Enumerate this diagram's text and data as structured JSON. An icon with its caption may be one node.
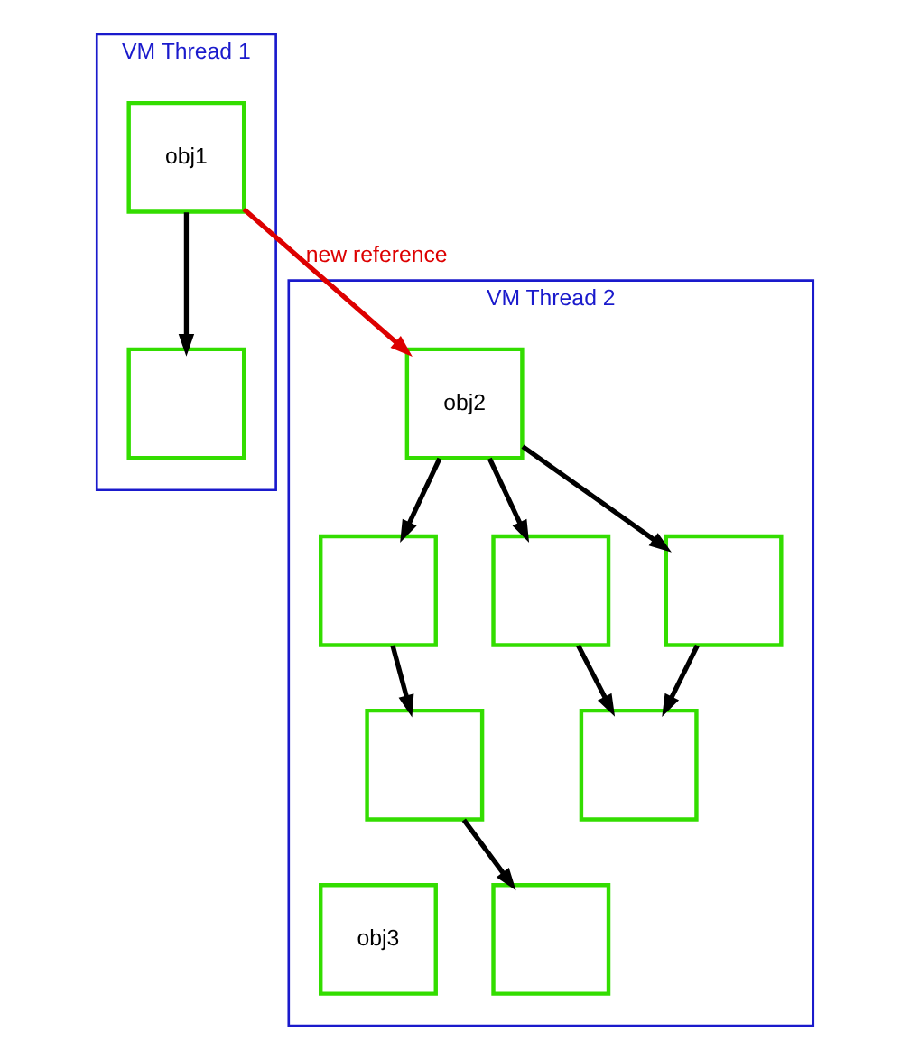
{
  "diagram": {
    "nodes": [
      {
        "text": [
          "VM Thread 1"
        ]
      },
      {
        "text": [
          "obj1"
        ],
        "in": 0
      },
      {
        "text": [],
        "shape": "box",
        "in": 0
      },
      {
        "text": [
          "VM Thread 2"
        ]
      },
      {
        "text": [
          "obj2"
        ],
        "in": 3
      },
      {
        "text": [],
        "shape": "box",
        "in": 3
      },
      {
        "text": [],
        "shape": "box",
        "in": 3
      },
      {
        "text": [],
        "shape": "box",
        "in": 3
      },
      {
        "text": [],
        "shape": "box",
        "in": 3
      },
      {
        "text": [],
        "shape": "box",
        "in": 3
      },
      {
        "text": [],
        "shape": "box",
        "in": 3
      },
      {
        "text": [
          "obj3"
        ],
        "in": 3
      }
    ],
    "edges": [
      {
        "from": 1,
        "to": 2,
        "arrow": "to"
      },
      {
        "from": 1,
        "to": 4,
        "arrow": "to",
        "label": "new reference",
        "color": "#dd0000"
      },
      {
        "from": 4,
        "to": 5,
        "arrow": "to"
      },
      {
        "from": 4,
        "to": 6,
        "arrow": "to"
      },
      {
        "from": 4,
        "to": 7,
        "arrow": "to"
      },
      {
        "from": 5,
        "to": 8,
        "arrow": "to"
      },
      {
        "from": 6,
        "to": 9,
        "arrow": "to"
      },
      {
        "from": 7,
        "to": 9,
        "arrow": "to"
      },
      {
        "from": 8,
        "to": 10,
        "arrow": "to"
      }
    ]
  }
}
